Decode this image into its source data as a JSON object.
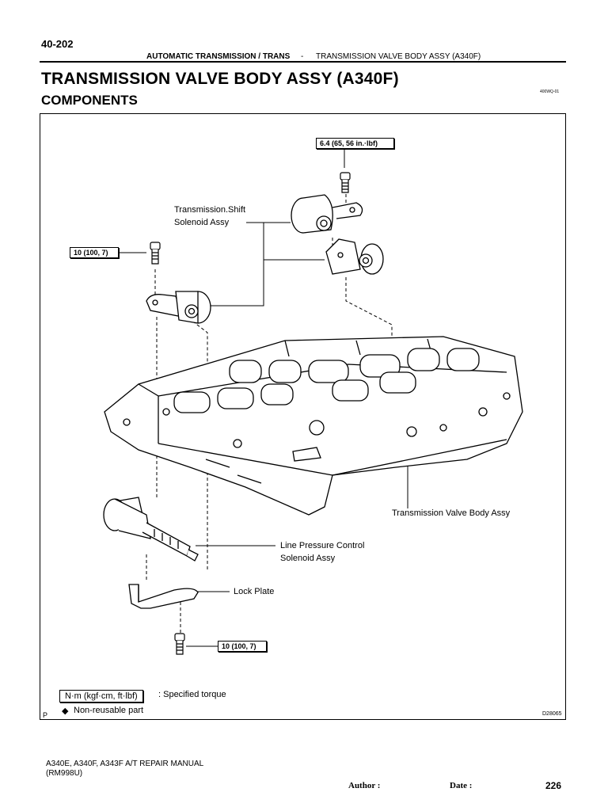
{
  "header": {
    "page_number": "40-202",
    "section": "AUTOMATIC TRANSMISSION / TRANS",
    "separator": "-",
    "subsection": "TRANSMISSION VALVE BODY ASSY (A340F)"
  },
  "title": "TRANSMISSION VALVE BODY ASSY (A340F)",
  "subtitle": "COMPONENTS",
  "doc_code": "400WQ-01",
  "figure": {
    "torque_top": "6.4 (65, 56 in.·lbf)",
    "torque_left": "10 (100, 7)",
    "torque_bottom": "10 (100, 7)",
    "shift_solenoid_line1": "Transmission.Shift",
    "shift_solenoid_line2": "Solenoid Assy",
    "valve_body": "Transmission Valve Body Assy",
    "line_pressure_line1": "Line Pressure Control",
    "line_pressure_line2": "Solenoid Assy",
    "lock_plate": "Lock Plate",
    "legend_box": "N·m (kgf·cm, ft·lbf)",
    "legend_torque": ": Specified torque",
    "legend_diamond": "◆",
    "legend_nonreuse": "Non-reusable part",
    "corner_letter": "P",
    "figure_id": "D28065"
  },
  "footer": {
    "manual_line1": "A340E, A340F, A343F A/T REPAIR MANUAL",
    "manual_line2": "(RM998U)",
    "author_label": "Author :",
    "date_label": "Date :",
    "page": "226"
  }
}
